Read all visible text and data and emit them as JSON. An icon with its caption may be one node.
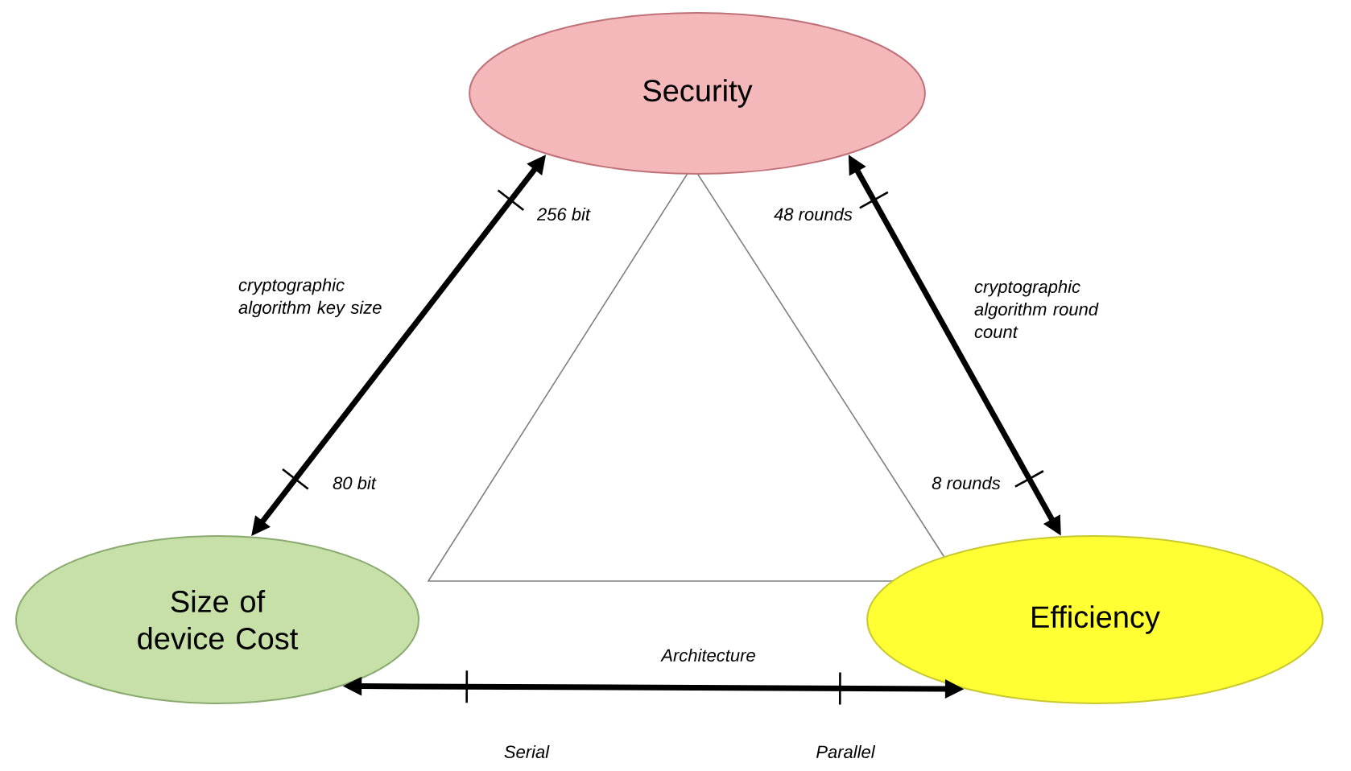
{
  "diagram": {
    "nodes": [
      {
        "text": [
          "Security"
        ]
      },
      {
        "text": [
          "Size of device Cost"
        ]
      },
      {
        "text": [
          "Efficiency"
        ]
      }
    ],
    "edges": [
      {
        "from": 0,
        "to": 1,
        "arrow": "both",
        "label": "cryptographic algorithm key size"
      },
      {
        "from": 0,
        "to": 2,
        "arrow": "both",
        "label": "cryptographic algorithm round count"
      },
      {
        "from": 1,
        "to": 2,
        "arrow": "both",
        "label": "Architecture"
      }
    ],
    "labels": [
      "256 bit",
      "48 rounds",
      "80 bit",
      "8 rounds",
      "Serial",
      "Parallel"
    ]
  }
}
